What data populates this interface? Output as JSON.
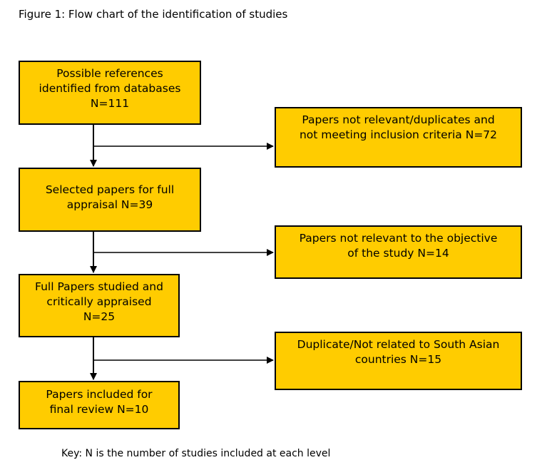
{
  "figure_title": "Figure 1: Flow chart of the identification of studies",
  "key_text": "Key:  N is the number of studies included at each level",
  "colors": {
    "box_fill": "#FFCC00",
    "box_border": "#000000",
    "connector": "#000000"
  },
  "main_boxes": [
    {
      "lines": [
        "Possible references",
        "identified from databases",
        "N=111"
      ]
    },
    {
      "lines": [
        "Selected papers for full",
        "appraisal N=39"
      ]
    },
    {
      "lines": [
        "Full Papers studied and",
        "critically appraised",
        "N=25"
      ]
    },
    {
      "lines": [
        "Papers included for",
        "final review N=10"
      ]
    }
  ],
  "exclusion_boxes": [
    {
      "lines": [
        "Papers not relevant/duplicates and",
        "not meeting inclusion criteria N=72"
      ]
    },
    {
      "lines": [
        "Papers not relevant to the objective",
        "of the study N=14"
      ]
    },
    {
      "lines": [
        "Duplicate/Not related to South Asian",
        "countries N=15"
      ]
    }
  ]
}
